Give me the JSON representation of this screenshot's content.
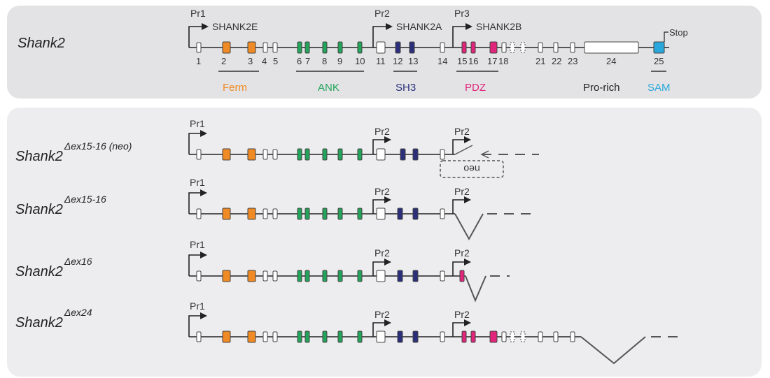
{
  "colors": {
    "orange": "#f08a24",
    "green": "#22a45a",
    "navy": "#2b2f7a",
    "magenta": "#e0257a",
    "white": "#ffffff",
    "cyan": "#2aa7dc",
    "black": "#222222"
  },
  "top": {
    "gene": "Shank2",
    "promoters": [
      {
        "label": "Pr1",
        "isoform": "SHANK2E"
      },
      {
        "label": "Pr2",
        "isoform": "SHANK2A"
      },
      {
        "label": "Pr3",
        "isoform": "SHANK2B"
      }
    ],
    "stop": "Stop",
    "exon_numbers": [
      "1",
      "2",
      "3",
      "4",
      "5",
      "6",
      "7",
      "8",
      "9",
      "10",
      "11",
      "12",
      "13",
      "14",
      "15",
      "16",
      "17",
      "18",
      "21",
      "22",
      "23",
      "24",
      "25"
    ],
    "domains": [
      {
        "label": "Ferm",
        "color": "#f08a24"
      },
      {
        "label": "ANK",
        "color": "#22a45a"
      },
      {
        "label": "SH3",
        "color": "#2b2f7a"
      },
      {
        "label": "PDZ",
        "color": "#e0257a"
      },
      {
        "label": "Pro-rich",
        "color": "#222222"
      },
      {
        "label": "SAM",
        "color": "#2aa7dc"
      }
    ]
  },
  "alleles": [
    {
      "name": "Shank2",
      "sup": "Δex15-16 (neo)",
      "pr1": "Pr1",
      "pr2a": "Pr2",
      "pr2b": "Pr2",
      "cassette": "neo"
    },
    {
      "name": "Shank2",
      "sup": "Δex15-16",
      "pr1": "Pr1",
      "pr2a": "Pr2",
      "pr2b": "Pr2"
    },
    {
      "name": "Shank2",
      "sup": "Δex16",
      "pr1": "Pr1",
      "pr2a": "Pr2",
      "pr2b": "Pr2"
    },
    {
      "name": "Shank2",
      "sup": "Δex24",
      "pr1": "Pr1",
      "pr2a": "Pr2",
      "pr2b": "Pr2"
    }
  ]
}
